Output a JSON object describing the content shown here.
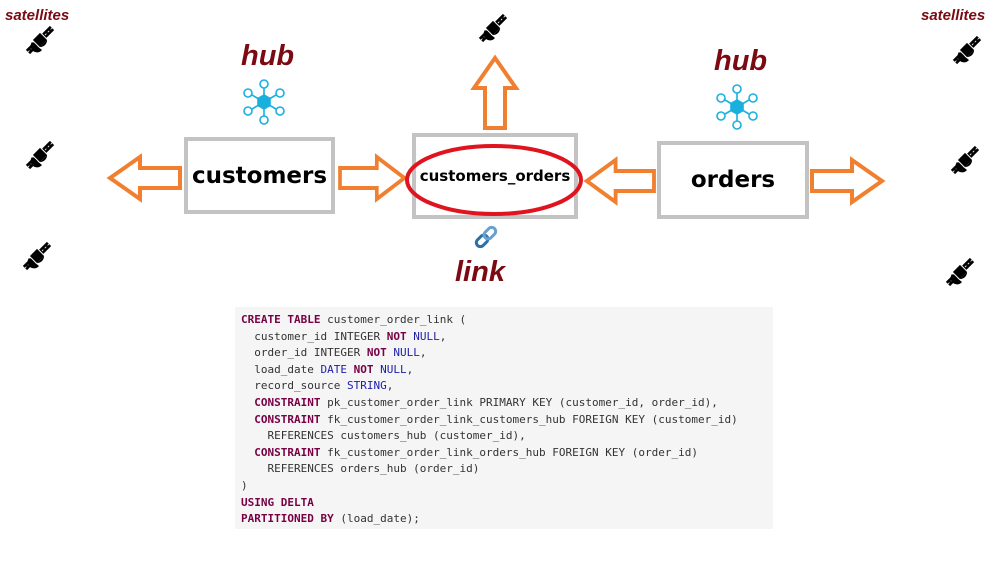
{
  "labels": {
    "satellites_left": "satellites",
    "satellites_right": "satellites",
    "hub_left": "hub",
    "hub_right": "hub",
    "link": "link"
  },
  "entities": {
    "customers": "customers",
    "customers_orders": "customers_orders",
    "orders": "orders"
  },
  "colors": {
    "label": "#7b0a12",
    "arrow": "#f08030",
    "box_border": "#c3c3c3",
    "highlight_ellipse": "#e0141e",
    "hub_icon": "#1ab0de",
    "keyword": "#770044",
    "type": "#1c1ca8"
  },
  "code": [
    [
      [
        "CREATE TABLE",
        "kw"
      ],
      [
        " customer_order_link (",
        ""
      ]
    ],
    [
      [
        "  customer_id INTEGER ",
        ""
      ],
      [
        "NOT",
        "kw"
      ],
      [
        " ",
        ""
      ],
      [
        "NULL",
        "ty"
      ],
      [
        ",",
        ""
      ]
    ],
    [
      [
        "  order_id INTEGER ",
        ""
      ],
      [
        "NOT",
        "kw"
      ],
      [
        " ",
        ""
      ],
      [
        "NULL",
        "ty"
      ],
      [
        ",",
        ""
      ]
    ],
    [
      [
        "  load_date ",
        ""
      ],
      [
        "DATE",
        "ty"
      ],
      [
        " ",
        ""
      ],
      [
        "NOT",
        "kw"
      ],
      [
        " ",
        ""
      ],
      [
        "NULL",
        "ty"
      ],
      [
        ",",
        ""
      ]
    ],
    [
      [
        "  record_source ",
        ""
      ],
      [
        "STRING",
        "ty"
      ],
      [
        ",",
        ""
      ]
    ],
    [
      [
        "  ",
        ""
      ],
      [
        "CONSTRAINT",
        "kw"
      ],
      [
        " pk_customer_order_link PRIMARY KEY (customer_id, order_id),",
        ""
      ]
    ],
    [
      [
        "  ",
        ""
      ],
      [
        "CONSTRAINT",
        "kw"
      ],
      [
        " fk_customer_order_link_customers_hub FOREIGN KEY (customer_id)",
        ""
      ]
    ],
    [
      [
        "    REFERENCES customers_hub (customer_id),",
        ""
      ]
    ],
    [
      [
        "  ",
        ""
      ],
      [
        "CONSTRAINT",
        "kw"
      ],
      [
        " fk_customer_order_link_orders_hub FOREIGN KEY (order_id)",
        ""
      ]
    ],
    [
      [
        "    REFERENCES orders_hub (order_id)",
        ""
      ]
    ],
    [
      [
        ")",
        ""
      ]
    ],
    [
      [
        "USING DELTA",
        "kw"
      ]
    ],
    [
      [
        "PARTITIONED BY",
        "kw"
      ],
      [
        " (load_date);",
        ""
      ]
    ]
  ]
}
